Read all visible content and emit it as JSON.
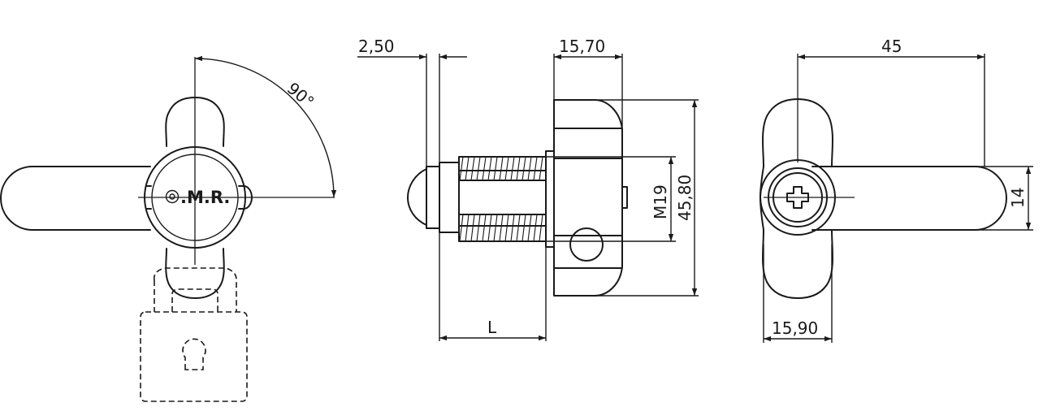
{
  "drawing": {
    "angle_label": "90°",
    "brand_label": "O.M.R.",
    "dimensions": {
      "flange_thickness": "2,50",
      "head_depth": "15,70",
      "thread_size": "M19",
      "head_height": "45,80",
      "body_length": "L",
      "lever_length": "45",
      "lever_width": "14",
      "wing_width": "15,90"
    },
    "colors": {
      "line": "#1a1a1a",
      "background": "#ffffff"
    }
  }
}
